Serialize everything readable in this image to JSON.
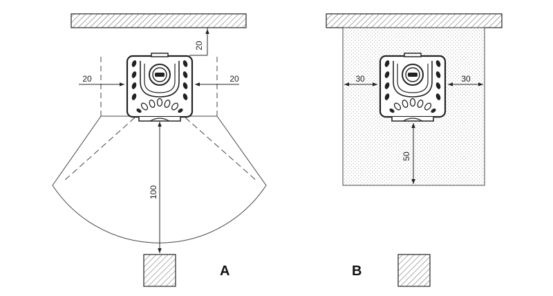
{
  "diagram_a": {
    "label": "A",
    "dim_top": "20",
    "dim_left": "20",
    "dim_right": "20",
    "dim_front": "100"
  },
  "diagram_b": {
    "label": "B",
    "dim_left": "30",
    "dim_right": "30",
    "dim_front": "50"
  },
  "colors": {
    "line": "#222222",
    "hatch": "#555555",
    "dots": "#9a9a9a"
  },
  "icons": [
    "stove-top-view-icon",
    "wall-hatch",
    "chimney-hatch"
  ]
}
